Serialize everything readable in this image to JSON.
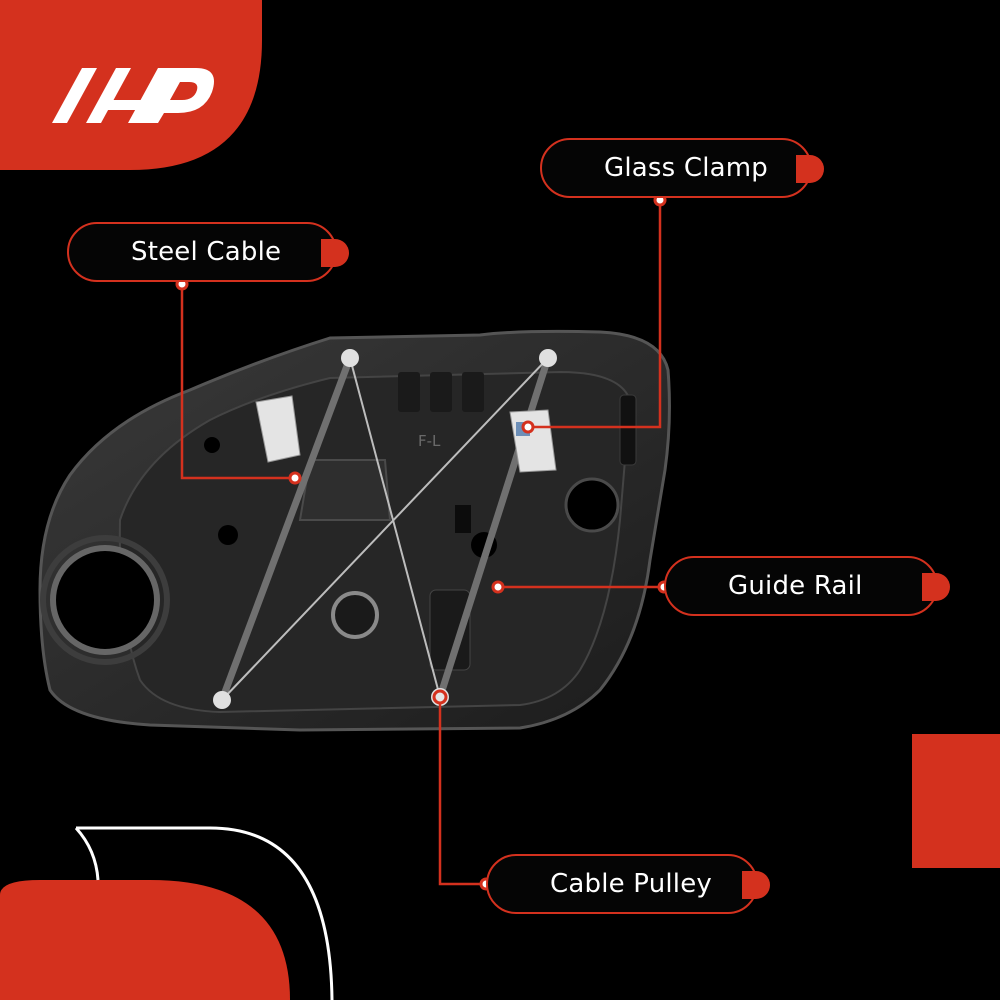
{
  "brand": {
    "logo_text": "AP",
    "accent_color": "#d4311e"
  },
  "callouts": {
    "glass_clamp": "Glass Clamp",
    "steel_cable": "Steel Cable",
    "guide_rail": "Guide Rail",
    "cable_pulley": "Cable Pulley"
  },
  "product": {
    "panel_marking": "F-L"
  },
  "colors": {
    "background": "#000000",
    "panel": "#2a2a2a",
    "leader_line": "#d4311e",
    "label_text": "#ffffff"
  }
}
